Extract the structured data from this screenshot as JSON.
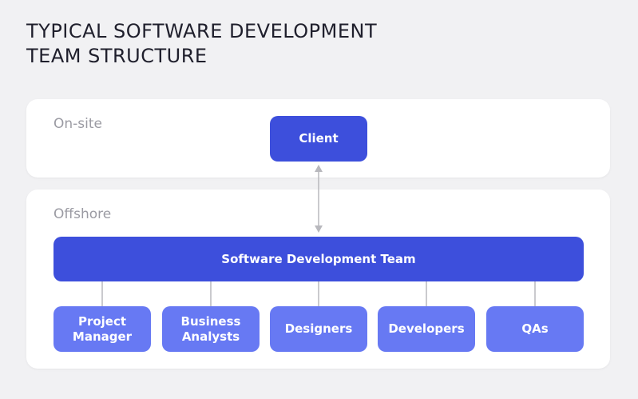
{
  "title": {
    "line1": "TYPICAL SOFTWARE DEVELOPMENT",
    "line2": "TEAM STRUCTURE"
  },
  "onsite": {
    "label": "On-site",
    "client": "Client"
  },
  "offshore": {
    "label": "Offshore",
    "team": "Software Development Team",
    "roles": [
      "Project Manager",
      "Business Analysts",
      "Designers",
      "Developers",
      "QAs"
    ]
  },
  "colors": {
    "background": "#f1f1f3",
    "panel": "#ffffff",
    "primary": "#3d4fdc",
    "secondary": "#6779f3",
    "connector": "#b8b8bd",
    "panel_label": "#9b9ba3",
    "title": "#1f1f2c"
  }
}
